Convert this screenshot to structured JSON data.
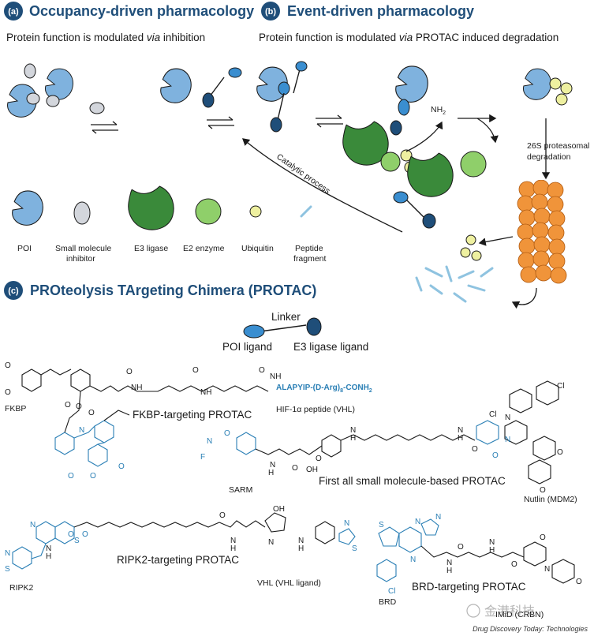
{
  "panels": {
    "a": {
      "badge": "(a)",
      "title": "Occupancy-driven pharmacology",
      "sub_pre": "Protein function is modulated ",
      "sub_em": "via",
      "sub_post": " inhibition"
    },
    "b": {
      "badge": "(b)",
      "title": "Event-driven pharmacology",
      "sub_pre": "Protein function is modulated ",
      "sub_em": "via",
      "sub_post": " PROTAC induced degradation"
    },
    "c": {
      "badge": "(c)",
      "title": "PROteolysis TArgeting Chimera (PROTAC)"
    }
  },
  "diagram": {
    "nh2": "NH",
    "nh2_sub": "2",
    "catalytic": "Catalytic process",
    "proteasome_1": "26S proteasomal",
    "proteasome_2": "degradation"
  },
  "legend": {
    "poi": "POI",
    "small_1": "Small molecule",
    "small_2": "inhibitor",
    "e3": "E3 ligase",
    "e2": "E2 enzyme",
    "ub": "Ubiquitin",
    "pep_1": "Peptide",
    "pep_2": "fragment"
  },
  "protac": {
    "linker": "Linker",
    "poi_ligand": "POI ligand",
    "e3_ligand": "E3 ligase ligand"
  },
  "structures": {
    "fkbp": "FKBP",
    "fkbp_title": "FKBP-targeting PROTAC",
    "hif": "HIF-1α peptide (VHL)",
    "nh_label": "NH",
    "peptide": "ALAPYIP-(D-Arg)",
    "peptide_sub": "8",
    "peptide_end": "-CONH",
    "peptide_end_sub": "2",
    "sarm": "SARM",
    "first_title": "First all small molecule-based PROTAC",
    "nutlin": "Nutlin (MDM2)",
    "ripk2": "RIPK2",
    "ripk2_title": "RIPK2-targeting PROTAC",
    "vhl": "VHL (VHL ligand)",
    "brd": "BRD",
    "brd_title": "BRD-targeting PROTAC",
    "imid": "IMiD (CRBN)"
  },
  "watermark": "金港科技",
  "credit": "Drug Discovery Today: Technologies",
  "colors": {
    "header": "#1f4e79",
    "poi": "#7fb2de",
    "e3": "#3a8a3a",
    "e2": "#8fcf6a",
    "ubiquitin": "#eef0a0",
    "proteasome": "#f0943a",
    "peptide": "#8fc3e0",
    "ligand_dark": "#1f4e79",
    "ligand_light": "#3a8ed0"
  }
}
